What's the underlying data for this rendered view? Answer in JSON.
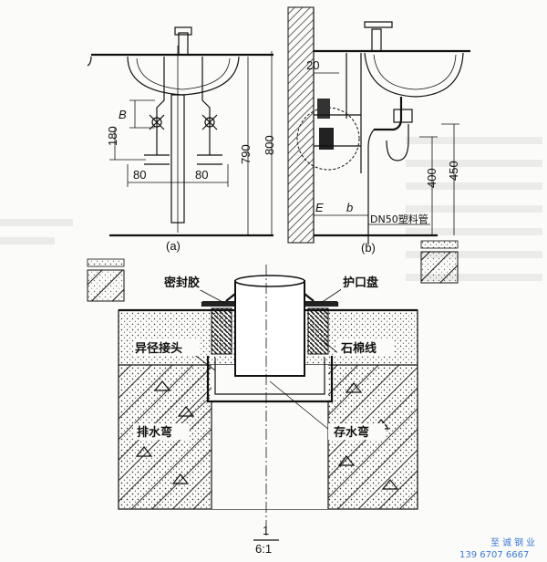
{
  "figure_a": {
    "dims": [
      "B",
      "180",
      "80",
      "80",
      "790",
      "800"
    ],
    "caption": "(a)"
  },
  "figure_b": {
    "dims": [
      "20",
      "E",
      "b",
      "400",
      "450"
    ],
    "pipe_label": "DN50塑料管",
    "caption": "(b)"
  },
  "section": {
    "labels": {
      "sealant": "密封胶",
      "guard_plate": "护口盘",
      "reducer": "异径接头",
      "asbestos": "石棉线",
      "drain_bend": "排水弯",
      "trap": "存水弯"
    },
    "scale_number": "1",
    "scale_ratio": "6:1"
  },
  "watermark": {
    "company": "至诚钢业",
    "phone": "139 6707 6667"
  }
}
